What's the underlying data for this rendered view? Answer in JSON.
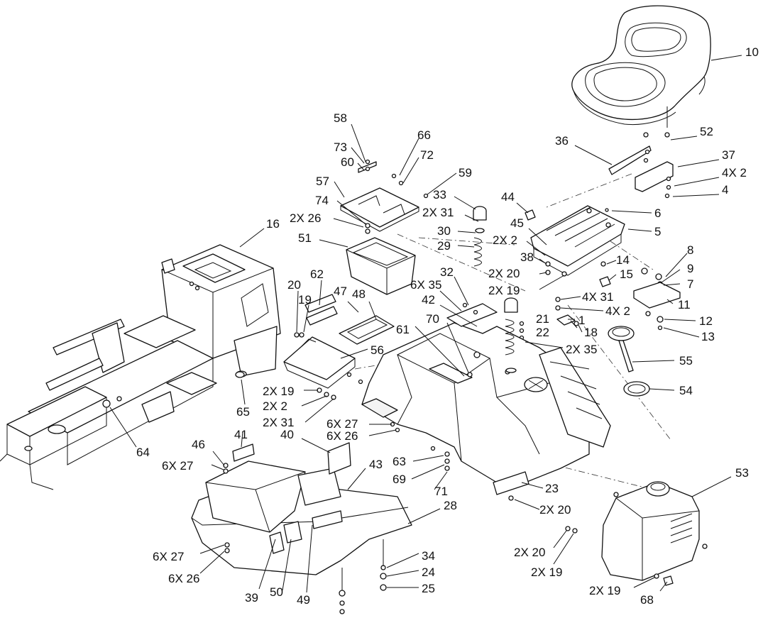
{
  "callouts": [
    {
      "id": "c10",
      "text": "10"
    },
    {
      "id": "c52",
      "text": "52"
    },
    {
      "id": "c36",
      "text": "36"
    },
    {
      "id": "c37",
      "text": "37"
    },
    {
      "id": "c4x2a",
      "text": "4X 2"
    },
    {
      "id": "c4",
      "text": "4"
    },
    {
      "id": "c6",
      "text": "6"
    },
    {
      "id": "c5",
      "text": "5"
    },
    {
      "id": "c44",
      "text": "44"
    },
    {
      "id": "c45",
      "text": "45"
    },
    {
      "id": "c2x2a",
      "text": "2X 2"
    },
    {
      "id": "c38",
      "text": "38"
    },
    {
      "id": "c2x20a",
      "text": "2X 20"
    },
    {
      "id": "c2x19a",
      "text": "2X 19"
    },
    {
      "id": "c14",
      "text": "14"
    },
    {
      "id": "c15",
      "text": "15"
    },
    {
      "id": "c8",
      "text": "8"
    },
    {
      "id": "c9",
      "text": "9"
    },
    {
      "id": "c7",
      "text": "7"
    },
    {
      "id": "c11",
      "text": "11"
    },
    {
      "id": "c12",
      "text": "12"
    },
    {
      "id": "c13",
      "text": "13"
    },
    {
      "id": "c4x31",
      "text": "4X 31"
    },
    {
      "id": "c4x2b",
      "text": "4X 2"
    },
    {
      "id": "c21",
      "text": "21"
    },
    {
      "id": "c1",
      "text": "1"
    },
    {
      "id": "c22",
      "text": "22"
    },
    {
      "id": "c18",
      "text": "18"
    },
    {
      "id": "c2x35",
      "text": "2X 35"
    },
    {
      "id": "c55",
      "text": "55"
    },
    {
      "id": "c54",
      "text": "54"
    },
    {
      "id": "c58",
      "text": "58"
    },
    {
      "id": "c73",
      "text": "73"
    },
    {
      "id": "c66",
      "text": "66"
    },
    {
      "id": "c60",
      "text": "60"
    },
    {
      "id": "c72",
      "text": "72"
    },
    {
      "id": "c59",
      "text": "59"
    },
    {
      "id": "c57",
      "text": "57"
    },
    {
      "id": "c33",
      "text": "33"
    },
    {
      "id": "c74",
      "text": "74"
    },
    {
      "id": "c2x31a",
      "text": "2X 31"
    },
    {
      "id": "c2x26a",
      "text": "2X 26"
    },
    {
      "id": "c30",
      "text": "30"
    },
    {
      "id": "c29",
      "text": "29"
    },
    {
      "id": "c16",
      "text": "16"
    },
    {
      "id": "c51",
      "text": "51"
    },
    {
      "id": "c62",
      "text": "62"
    },
    {
      "id": "c20",
      "text": "20"
    },
    {
      "id": "c19",
      "text": "19"
    },
    {
      "id": "c47",
      "text": "47"
    },
    {
      "id": "c48",
      "text": "48"
    },
    {
      "id": "c32",
      "text": "32"
    },
    {
      "id": "c6x35",
      "text": "6X 35"
    },
    {
      "id": "c42",
      "text": "42"
    },
    {
      "id": "c70",
      "text": "70"
    },
    {
      "id": "c61",
      "text": "61"
    },
    {
      "id": "c56",
      "text": "56"
    },
    {
      "id": "c2x19b",
      "text": "2X 19"
    },
    {
      "id": "c2x2b",
      "text": "2X 2"
    },
    {
      "id": "c2x31b",
      "text": "2X 31"
    },
    {
      "id": "c65",
      "text": "65"
    },
    {
      "id": "c64",
      "text": "64"
    },
    {
      "id": "c6x27a",
      "text": "6X 27"
    },
    {
      "id": "c6x26a",
      "text": "6X 26"
    },
    {
      "id": "c41",
      "text": "41"
    },
    {
      "id": "c40",
      "text": "40"
    },
    {
      "id": "c46",
      "text": "46"
    },
    {
      "id": "c6x27b",
      "text": "6X 27"
    },
    {
      "id": "c43",
      "text": "43"
    },
    {
      "id": "c63",
      "text": "63"
    },
    {
      "id": "c69",
      "text": "69"
    },
    {
      "id": "c71",
      "text": "71"
    },
    {
      "id": "c23",
      "text": "23"
    },
    {
      "id": "c2x20b",
      "text": "2X 20"
    },
    {
      "id": "c53",
      "text": "53"
    },
    {
      "id": "c28",
      "text": "28"
    },
    {
      "id": "c2x20c",
      "text": "2X 20"
    },
    {
      "id": "c2x19c",
      "text": "2X 19"
    },
    {
      "id": "c34",
      "text": "34"
    },
    {
      "id": "c24",
      "text": "24"
    },
    {
      "id": "c25",
      "text": "25"
    },
    {
      "id": "c6x27c",
      "text": "6X 27"
    },
    {
      "id": "c6x26b",
      "text": "6X 26"
    },
    {
      "id": "c39",
      "text": "39"
    },
    {
      "id": "c50",
      "text": "50"
    },
    {
      "id": "c49",
      "text": "49"
    },
    {
      "id": "c2x19d",
      "text": "2X 19"
    },
    {
      "id": "c68",
      "text": "68"
    }
  ]
}
